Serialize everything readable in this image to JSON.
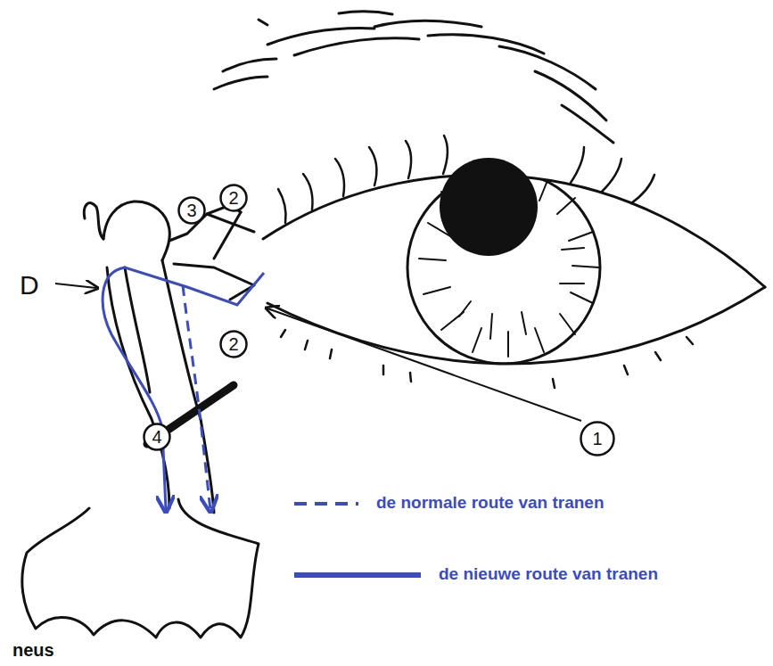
{
  "diagram": {
    "nodes": [
      {
        "text": [
          "2"
        ]
      },
      {
        "text": [
          "3"
        ]
      },
      {
        "text": [
          "2"
        ]
      },
      {
        "text": [
          "4"
        ]
      },
      {
        "text": [
          "1"
        ]
      }
    ],
    "labels": [
      "D",
      "neus"
    ],
    "legend": [
      {
        "text": "de normale route van tranen"
      },
      {
        "text": "de nieuwe route van tranen"
      }
    ]
  }
}
